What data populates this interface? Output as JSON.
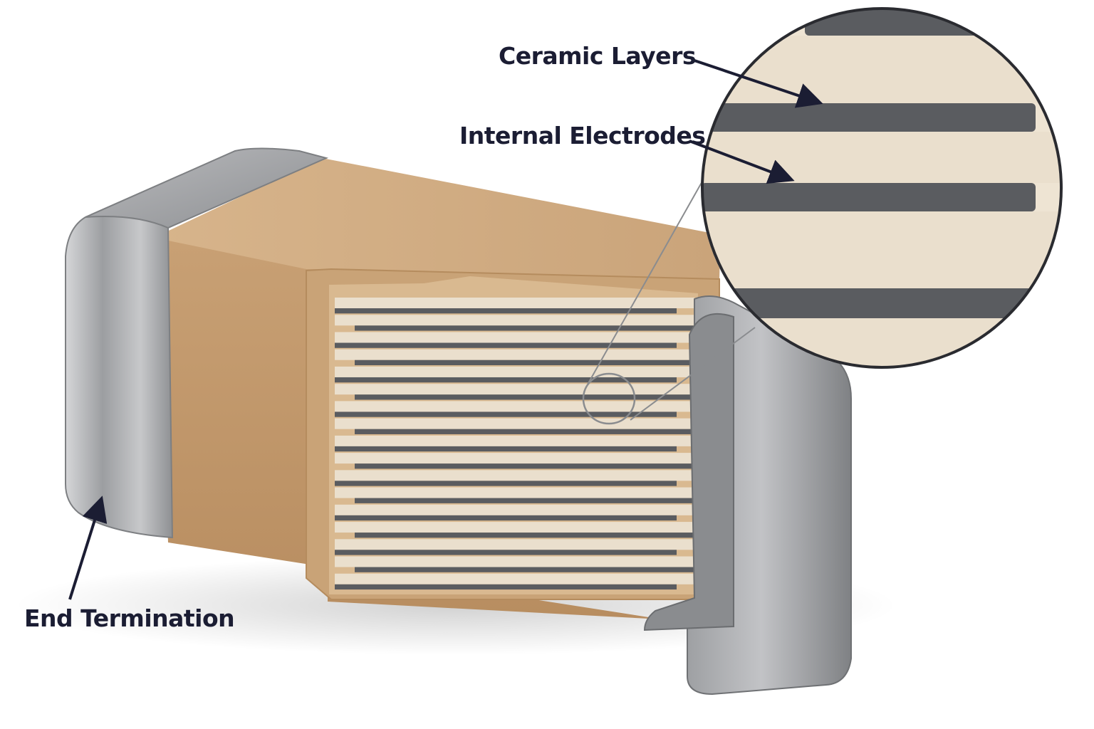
{
  "labels": {
    "ceramic_layers": "Ceramic Layers",
    "internal_electrodes": "Internal Electrodes",
    "end_termination": "End Termination"
  },
  "colors": {
    "label_text": "#1b1d33",
    "leader_line": "#1b1d33",
    "ceramic_body": "#c49a6c",
    "ceramic_layer": "#eadfcd",
    "electrode": "#5a5c60",
    "termination_metal": "#a9abad"
  }
}
